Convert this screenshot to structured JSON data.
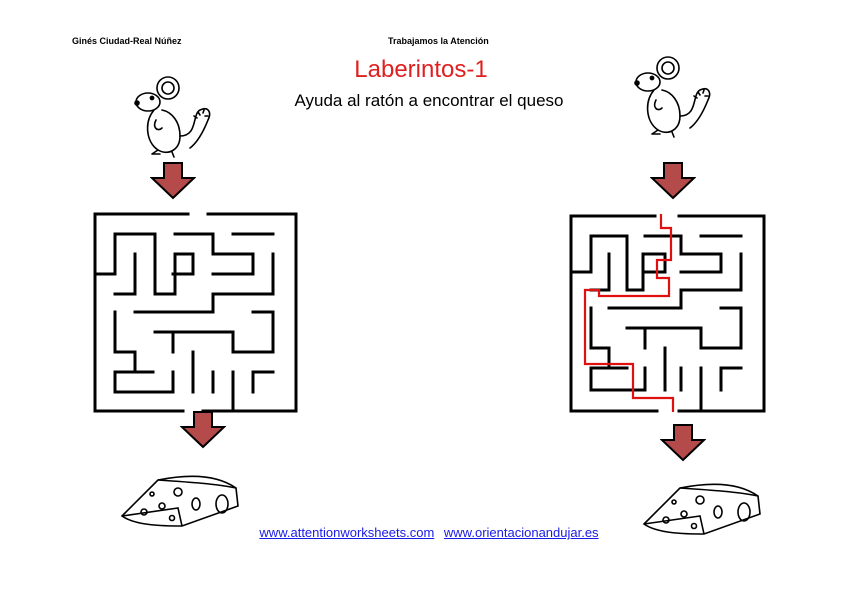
{
  "header": {
    "author": "Ginés Ciudad-Real Núñez",
    "topic": "Trabajamos la Atención"
  },
  "title": "Laberintos-1",
  "instructions": "Ayuda al ratón a encontrar el queso",
  "footer": {
    "link1": "www.attentionworksheets.com",
    "link2": "www.orientacionandujar.es"
  },
  "colors": {
    "title": "#e02020",
    "arrow": "#b54a4a",
    "solution_path": "#e01010",
    "link": "#1a1ae6"
  },
  "icons": [
    "mouse-icon",
    "down-arrow-icon",
    "cheese-icon"
  ]
}
